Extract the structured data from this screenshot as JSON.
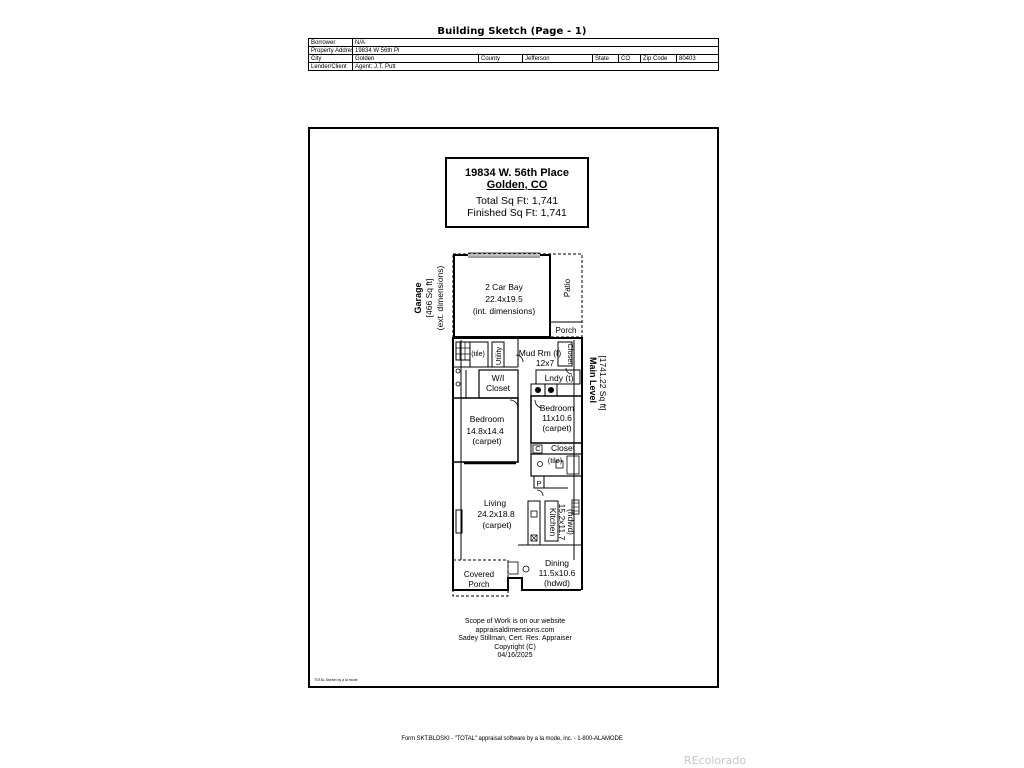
{
  "document": {
    "title": "Building Sketch (Page - 1)"
  },
  "info": {
    "borrower_label": "Borrower",
    "borrower": "N/A",
    "property_label": "Property Address",
    "property": "19834 W 56th Pl",
    "city_label": "City",
    "city": "Golden",
    "county_label": "County",
    "county": "Jefferson",
    "state_label": "State",
    "state": "CO",
    "zip_label": "Zip Code",
    "zip": "80403",
    "lender_label": "Lender/Client",
    "lender": "Agent: J.T. Putt"
  },
  "address_box": {
    "line1": "19834 W. 56th Place",
    "line2": "Golden, CO",
    "total": "Total Sq Ft: 1,741",
    "finished": "Finished Sq Ft: 1,741"
  },
  "labels": {
    "garage_title": "Garage",
    "garage_area": "[466 Sq ft]",
    "garage_note": "(ext. dimensions)",
    "main_title": "Main Level",
    "main_area": "[1741.22 Sq ft]",
    "garage_bay": [
      "2 Car Bay",
      "22.4x19.5",
      "(int. dimensions)"
    ],
    "patio": "Patio",
    "porch": "Porch",
    "tile_1": "(tile)",
    "utility": "Utility",
    "mud_room": [
      "Mud Rm (t)",
      "12x7"
    ],
    "closet_v": "Closet",
    "wi_closet": [
      "W/I",
      "Closet"
    ],
    "laundry": "Lndy (t)",
    "bedroom_1": [
      "Bedroom",
      "14.8x14.4",
      "(carpet)"
    ],
    "bedroom_2": [
      "Bedroom",
      "11x10.6",
      "(carpet)"
    ],
    "closet_c": "C",
    "closet_h": "Closet",
    "tile_2": "(tile)",
    "pantry": "P",
    "living": [
      "Living",
      "24.2x18.8",
      "(carpet)"
    ],
    "kitchen": [
      "Kitchen",
      "15.2x11.7",
      "(hdwd)"
    ],
    "dining": [
      "Dining",
      "11.5x10.6",
      "(hdwd)"
    ],
    "covered_porch": [
      "Covered",
      "Porch"
    ]
  },
  "scope": {
    "line1": "Scope of Work is on our website",
    "line2": "appraisaldimensions.com",
    "line3": "Sadey Stillman, Cert. Res. Appraiser",
    "line4": "Copyright (C)",
    "line5": "04/16/2025"
  },
  "tiny_note": "TOTAL Sketch by a la mode",
  "footer": {
    "form_line": "Form SKT.BLDSKI - \"TOTAL\" appraisal software by a la mode, inc. - 1-800-ALAMODE",
    "watermark": "REcolorado"
  }
}
